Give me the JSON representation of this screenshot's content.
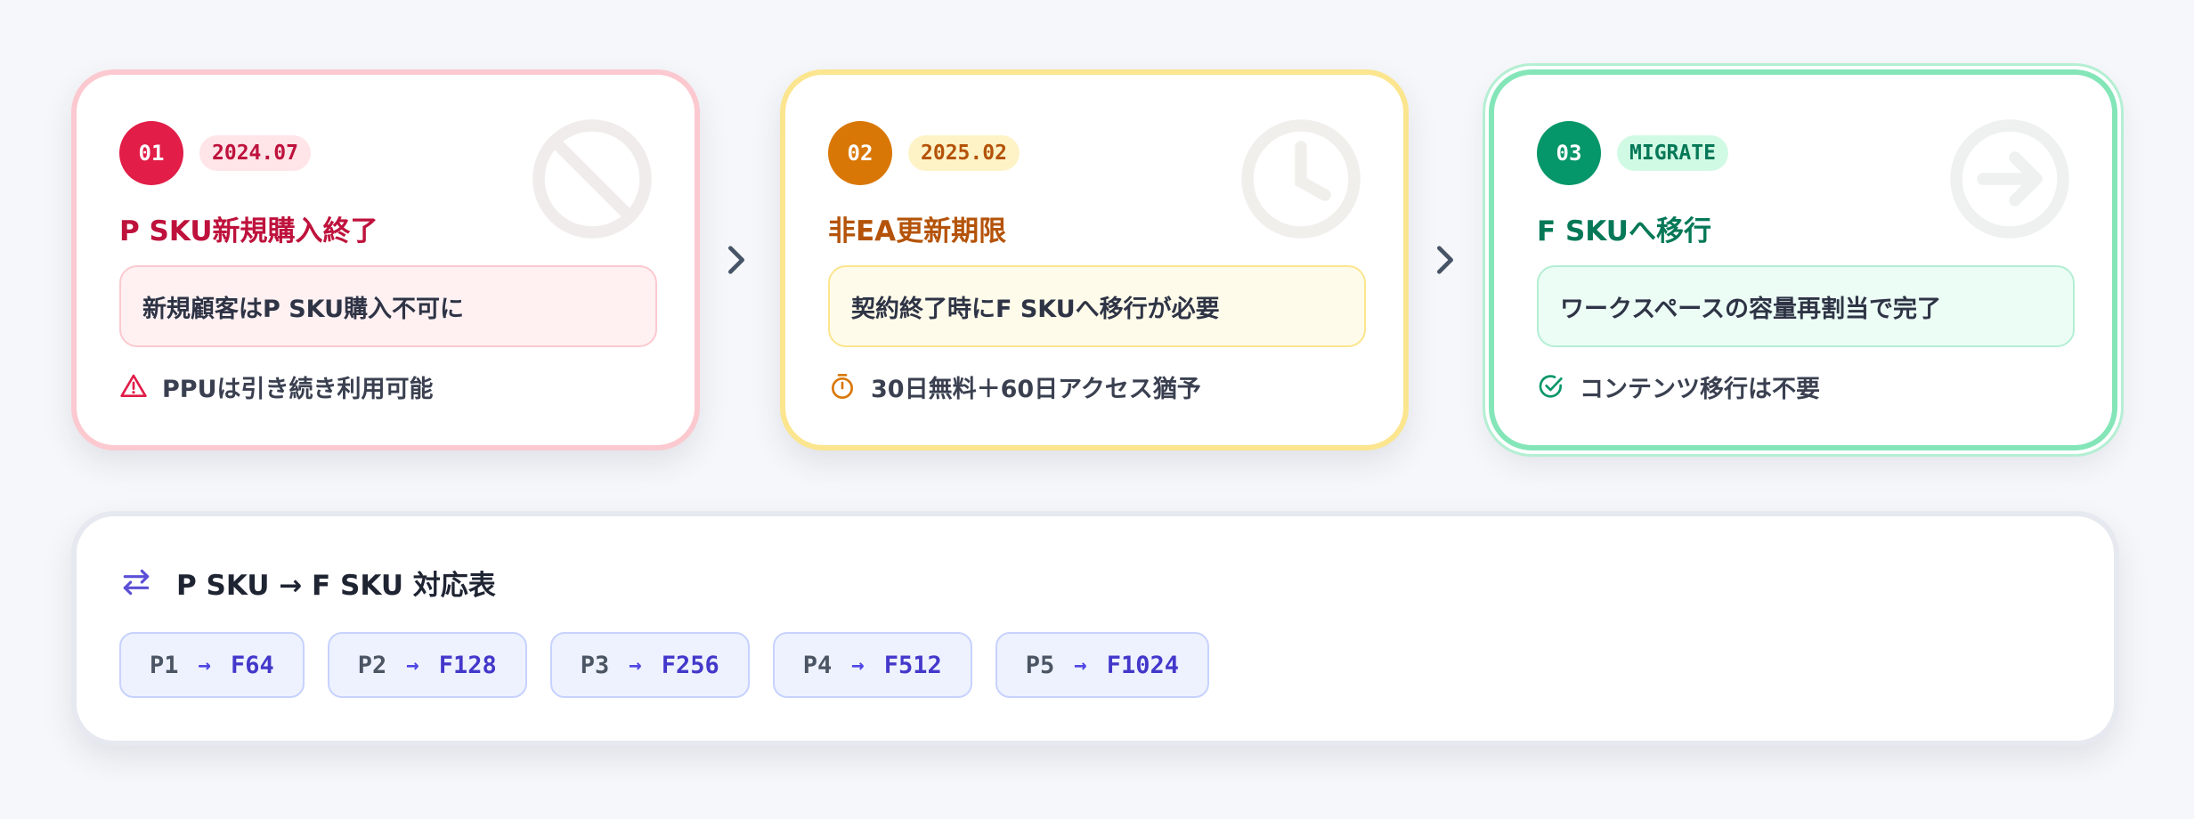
{
  "steps": [
    {
      "num": "01",
      "tag": "2024.07",
      "title": "P SKU新規購入終了",
      "message": "新規顧客はP SKU購入不可に",
      "note": "PPUは引き続き利用可能",
      "note_icon": "warning-icon",
      "watermark_icon": "prohibited-icon",
      "accent": "#e11d48"
    },
    {
      "num": "02",
      "tag": "2025.02",
      "title": "非EA更新期限",
      "message": "契約終了時にF SKUへ移行が必要",
      "note": "30日無料＋60日アクセス猶予",
      "note_icon": "stopwatch-icon",
      "watermark_icon": "clock-icon",
      "accent": "#d97706"
    },
    {
      "num": "03",
      "tag": "MIGRATE",
      "title": "F SKUへ移行",
      "message": "ワークスペースの容量再割当で完了",
      "note": "コンテンツ移行は不要",
      "note_icon": "check-circle-icon",
      "watermark_icon": "arrow-right-circle-icon",
      "accent": "#059669"
    }
  ],
  "mapping": {
    "title": "P SKU → F SKU 対応表",
    "icon": "swap-arrows-icon",
    "arrow": "→",
    "pairs": [
      {
        "from": "P1",
        "to": "F64"
      },
      {
        "from": "P2",
        "to": "F128"
      },
      {
        "from": "P3",
        "to": "F256"
      },
      {
        "from": "P4",
        "to": "F512"
      },
      {
        "from": "P5",
        "to": "F1024"
      }
    ]
  }
}
